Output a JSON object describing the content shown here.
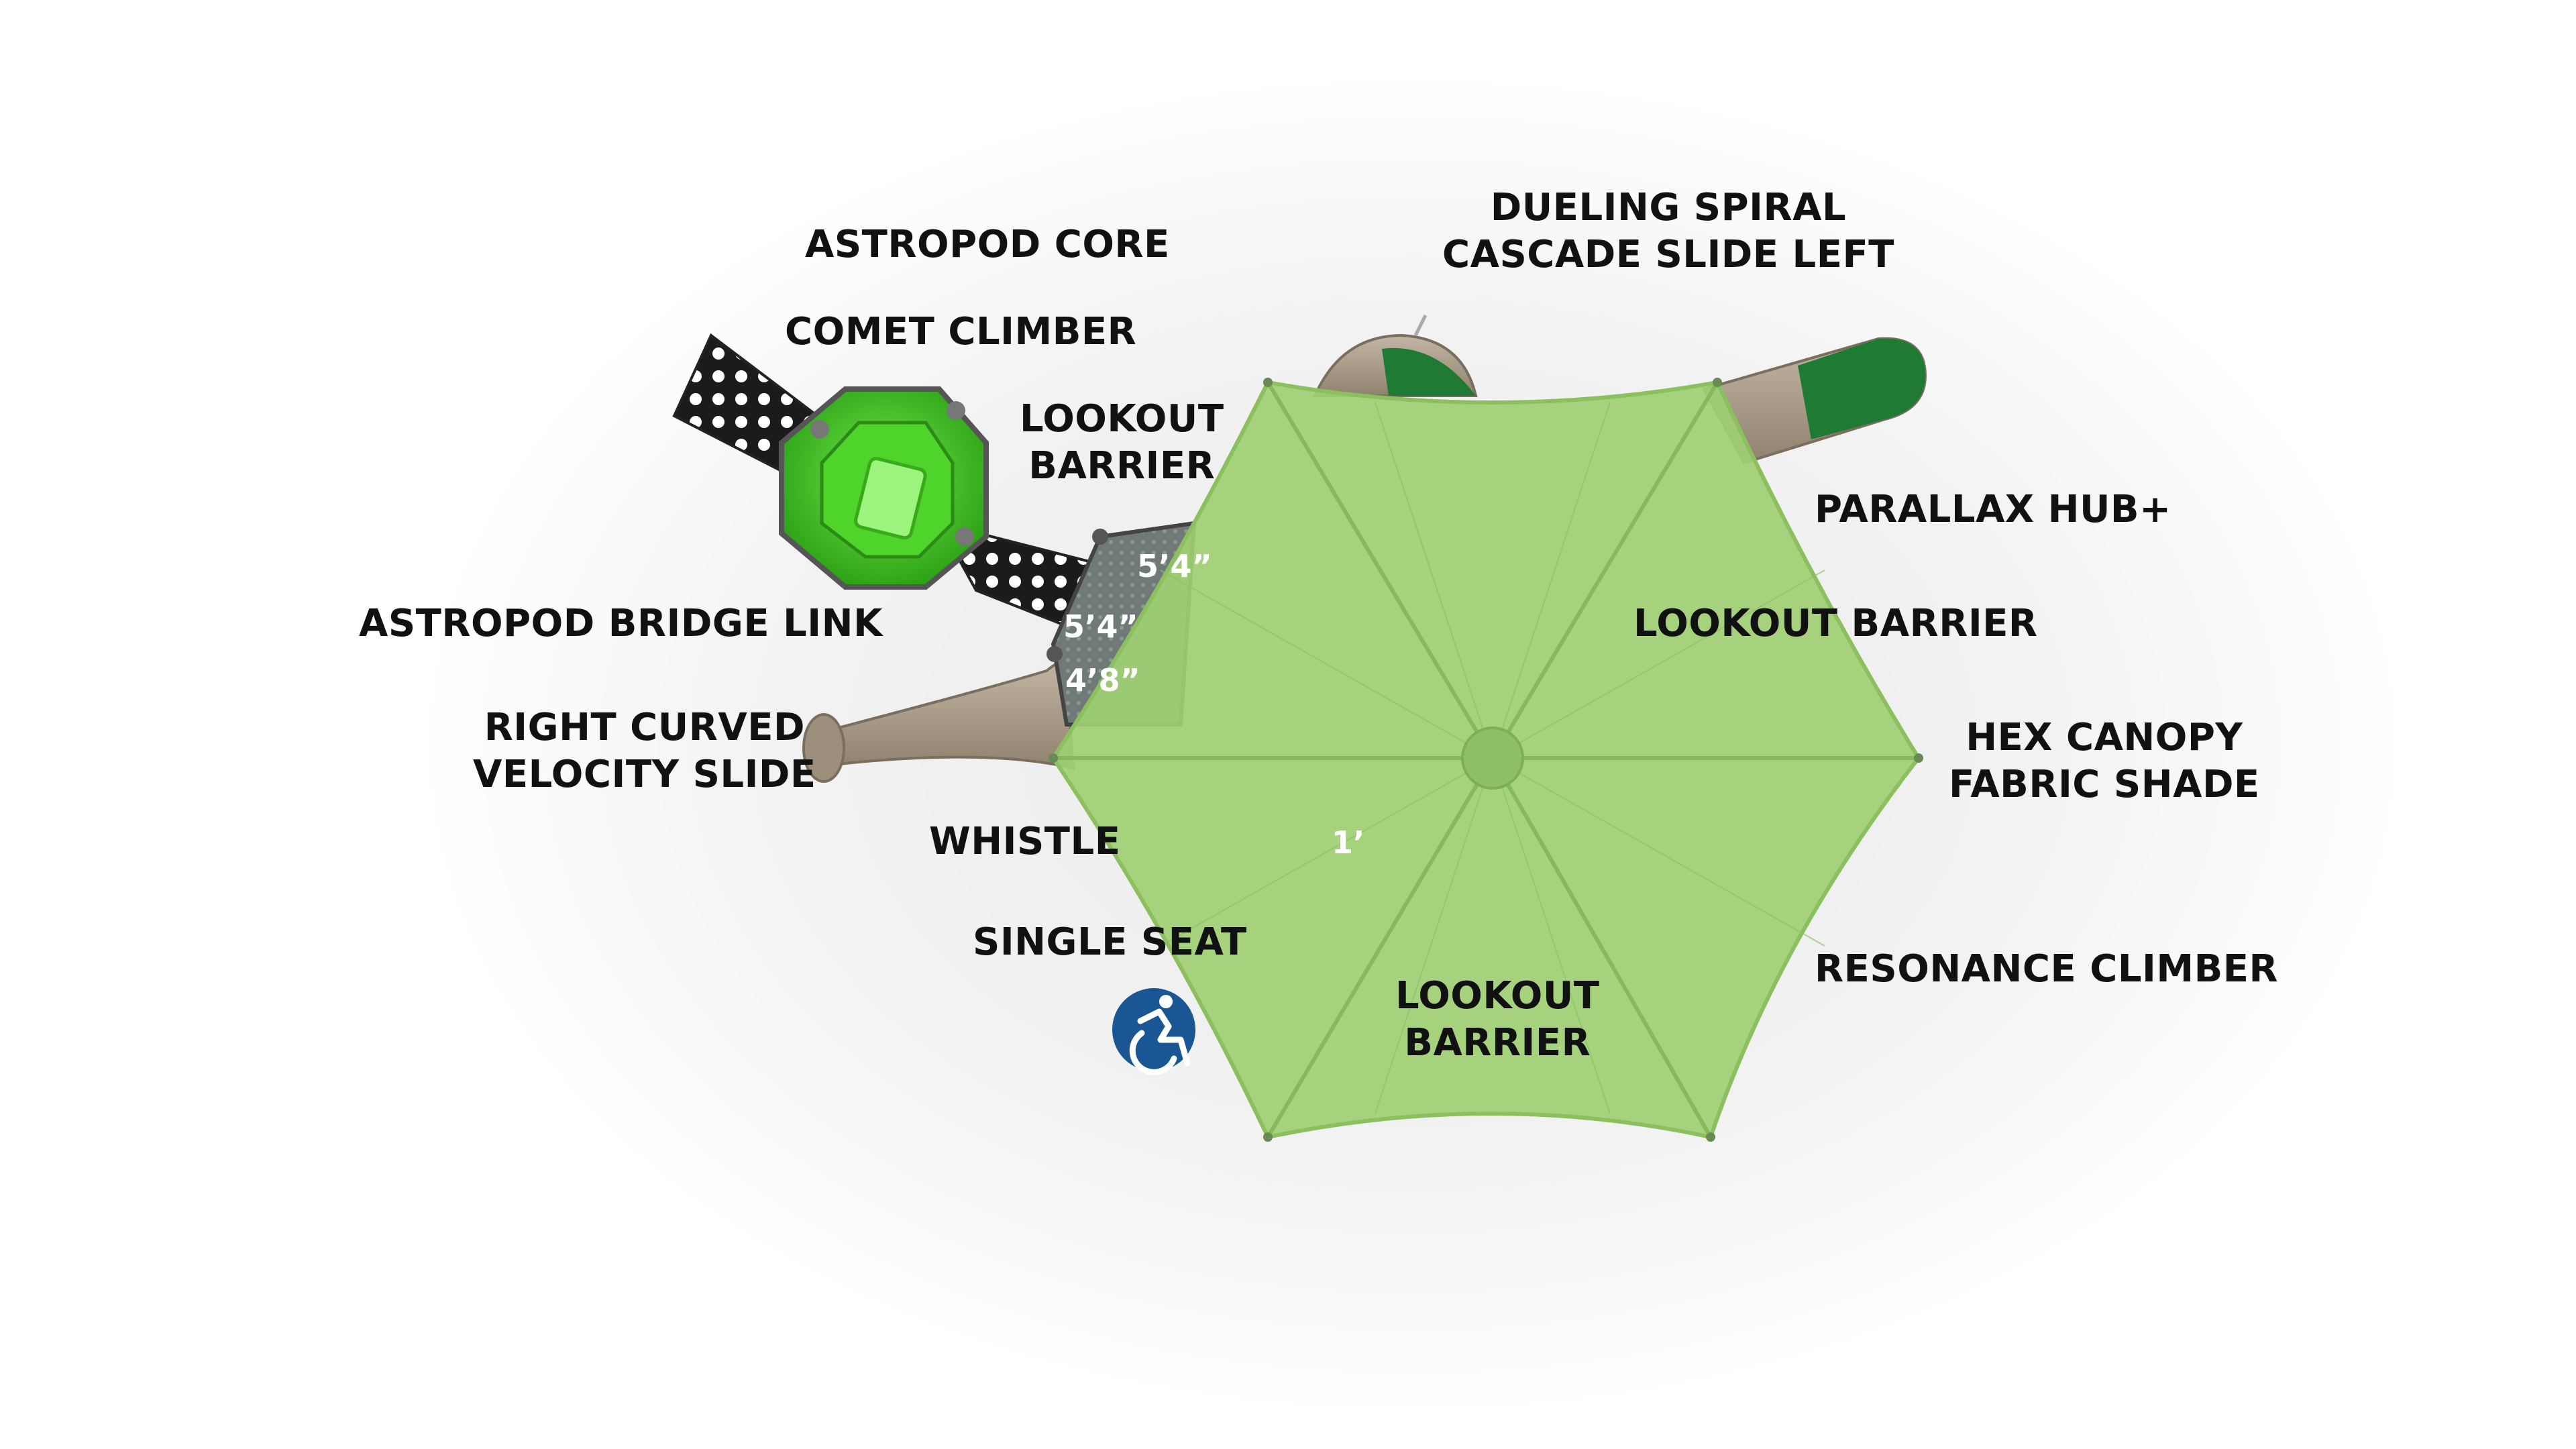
{
  "labels": {
    "astropod_core": "ASTROPOD CORE",
    "comet_climber": "COMET CLIMBER",
    "lookout_barrier_top": [
      "LOOKOUT",
      "BARRIER"
    ],
    "astropod_bridge_link": "ASTROPOD BRIDGE LINK",
    "right_curved_velocity_slide": [
      "RIGHT CURVED",
      "VELOCITY SLIDE"
    ],
    "whistle": "WHISTLE",
    "single_seat": "SINGLE SEAT",
    "dueling_spiral": [
      "DUELING SPIRAL",
      "CASCADE SLIDE LEFT"
    ],
    "parallax_hub": "PARALLAX HUB+",
    "lookout_barrier_right": "LOOKOUT BARRIER",
    "hex_canopy": [
      "HEX CANOPY",
      "FABRIC SHADE"
    ],
    "resonance_climber": "RESONANCE CLIMBER",
    "lookout_barrier_bottom": [
      "LOOKOUT",
      "BARRIER"
    ]
  },
  "dimensions": {
    "deck_top": "5’4”",
    "deck_mid": "5’4”",
    "deck_low": "4’8”",
    "platform": "1’"
  },
  "icons": {
    "accessibility": "wheelchair-accessibility-icon"
  },
  "colors": {
    "canopy": "#9fcf74",
    "canopy_edge": "#8cbf5e",
    "pod_green": "#3ec41f",
    "slide_green": "#1f7a33",
    "slide_tan": "#a79a88",
    "access_blue": "#1a5594"
  }
}
